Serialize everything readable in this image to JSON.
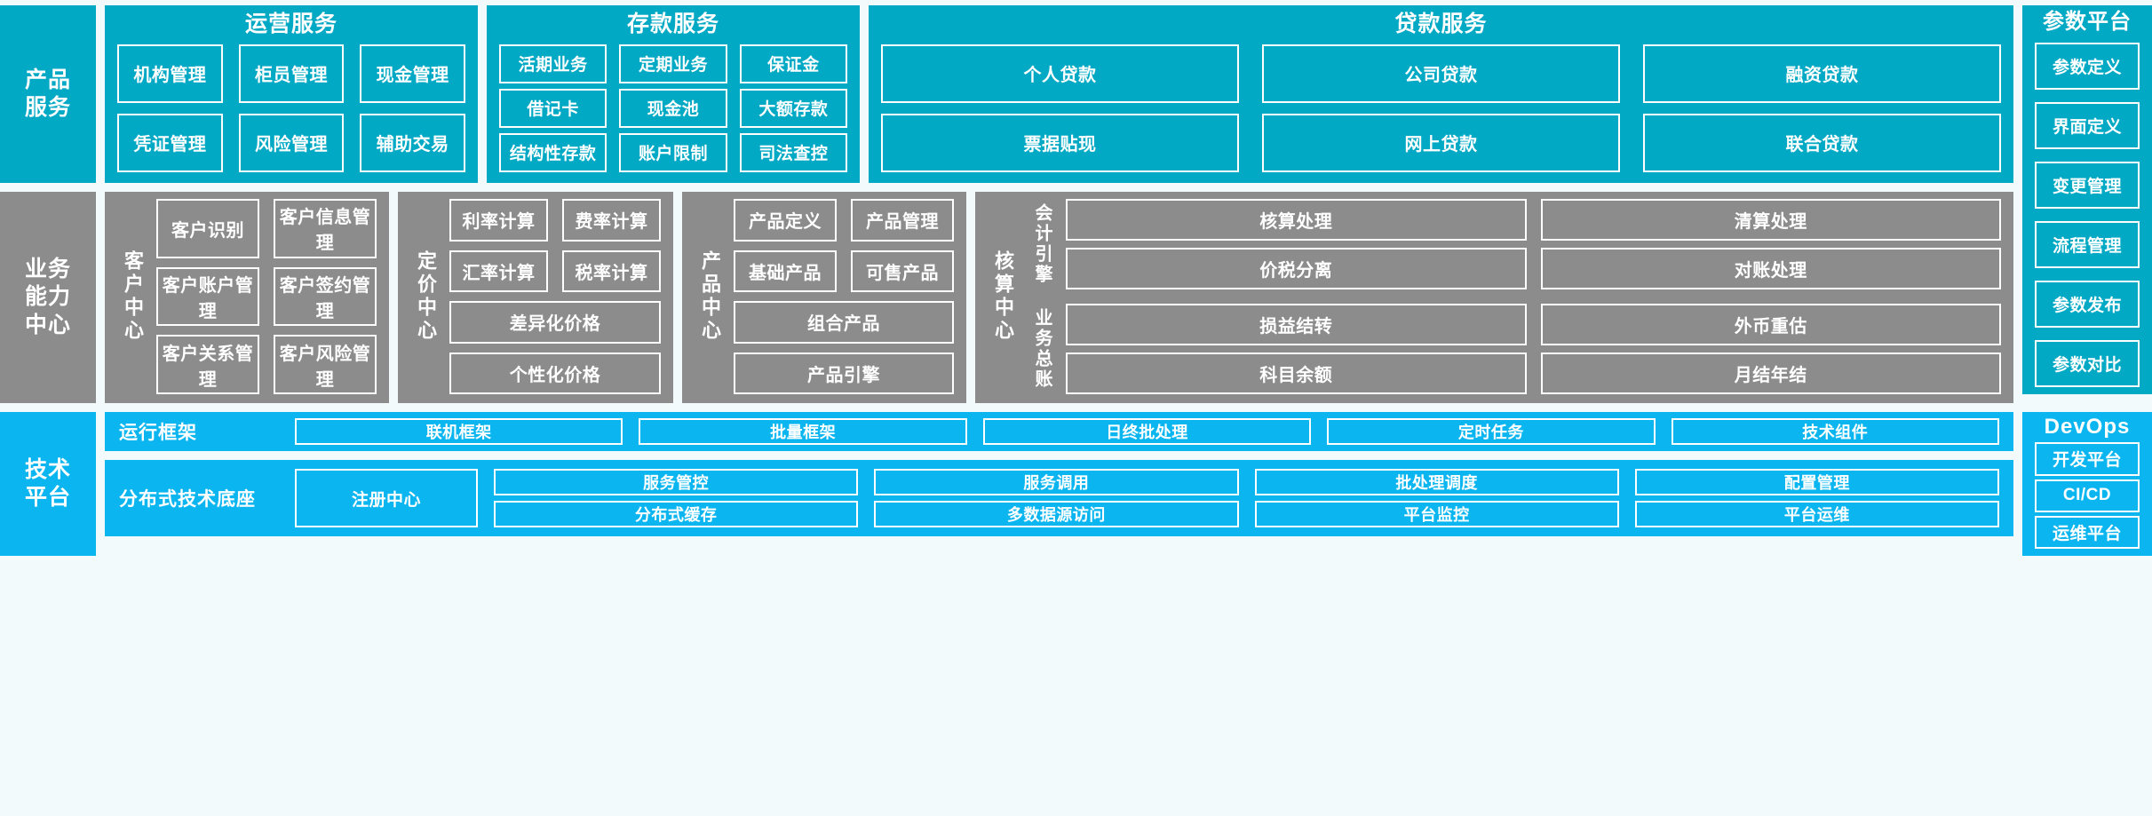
{
  "layers": {
    "product_services": "产品\n服务",
    "business_capability": "业务\n能力\n中心",
    "technical_platform": "技术\n平台"
  },
  "rails": {
    "product": "产品 服务",
    "product_l1": "产品",
    "product_l2": "服务",
    "business_l1": "业务",
    "business_l2": "能力",
    "business_l3": "中心",
    "tech_l1": "技术",
    "tech_l2": "平台"
  },
  "product_services": {
    "groups": [
      {
        "title": "运营服务",
        "items": [
          "机构管理",
          "柜员管理",
          "现金管理",
          "凭证管理",
          "风险管理",
          "辅助交易"
        ]
      },
      {
        "title": "存款服务",
        "items": [
          "活期业务",
          "定期业务",
          "保证金",
          "借记卡",
          "现金池",
          "大额存款",
          "结构性存款",
          "账户限制",
          "司法查控"
        ]
      },
      {
        "title": "贷款服务",
        "items": [
          "个人贷款",
          "公司贷款",
          "融资贷款",
          "票据贴现",
          "网上贷款",
          "联合贷款"
        ]
      }
    ]
  },
  "parameter_platform": {
    "title": "参数平台",
    "items": [
      "参数定义",
      "界面定义",
      "变更管理",
      "流程管理",
      "参数发布",
      "参数对比"
    ]
  },
  "business_capability": {
    "centers": [
      {
        "name": "客户中心",
        "items": [
          "客户识别",
          "客户信息管理",
          "客户账户管理",
          "客户签约管理",
          "客户关系管理",
          "客户风险管理"
        ]
      },
      {
        "name": "定价中心",
        "grid_items": [
          "利率计算",
          "费率计算",
          "汇率计算",
          "税率计算"
        ],
        "full_items": [
          "差异化价格",
          "个性化价格"
        ]
      },
      {
        "name": "产品中心",
        "grid_items": [
          "产品定义",
          "产品管理",
          "基础产品",
          "可售产品"
        ],
        "full_items": [
          "组合产品",
          "产品引擎"
        ]
      },
      {
        "name": "核算中心",
        "sections": [
          {
            "label": "会计引擎",
            "items": [
              "核算处理",
              "清算处理",
              "价税分离",
              "对账处理"
            ]
          },
          {
            "label": "业务总账",
            "items": [
              "损益结转",
              "外币重估",
              "科目余额",
              "月结年结"
            ]
          }
        ]
      }
    ]
  },
  "technical_platform": {
    "rows": [
      {
        "label": "运行框架",
        "items": [
          "联机框架",
          "批量框架",
          "日终批处理",
          "定时任务",
          "技术组件"
        ]
      },
      {
        "label": "分布式技术底座",
        "registry": "注册中心",
        "items": [
          "服务管控",
          "服务调用",
          "批处理调度",
          "配置管理",
          "分布式缓存",
          "多数据源访问",
          "平台监控",
          "平台运维"
        ]
      }
    ]
  },
  "devops": {
    "title": "DevOps",
    "items": [
      "开发平台",
      "CI/CD",
      "运维平台"
    ]
  },
  "colors": {
    "teal": "#02A9C4",
    "gray": "#8C8C8C",
    "lightblue": "#0BB6F0",
    "page_bg": "#f2fafc",
    "border": "#ffffff"
  }
}
